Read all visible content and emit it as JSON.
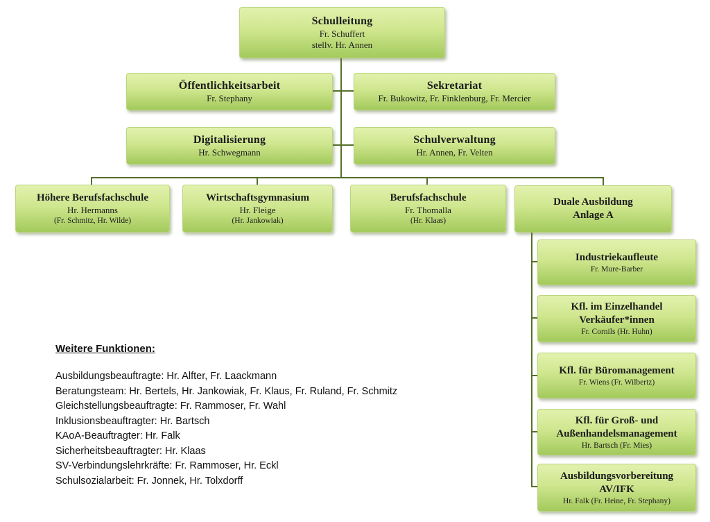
{
  "org": {
    "schulleitung": {
      "title": "Schulleitung",
      "line1": "Fr. Schuffert",
      "line2": "stellv. Hr. Annen"
    },
    "oeffentlichkeitsarbeit": {
      "title": "Öffentlichkeitsarbeit",
      "line1": "Fr. Stephany"
    },
    "sekretariat": {
      "title": "Sekretariat",
      "line1": "Fr. Bukowitz, Fr. Finklenburg, Fr. Mercier"
    },
    "digitalisierung": {
      "title": "Digitalisierung",
      "line1": "Hr. Schwegmann"
    },
    "schulverwaltung": {
      "title": "Schulverwaltung",
      "line1": "Hr. Annen, Fr. Velten"
    },
    "hoehere_berufsfachschule": {
      "title": "Höhere Berufsfachschule",
      "line1": "Hr. Hermanns",
      "line2": "(Fr. Schmitz, Hr. Wilde)"
    },
    "wirtschaftsgymnasium": {
      "title": "Wirtschaftsgymnasium",
      "line1": "Hr. Fleige",
      "line2": "(Hr. Jankowiak)"
    },
    "berufsfachschule": {
      "title": "Berufsfachschule",
      "line1": "Fr. Thomalla",
      "line2": "(Hr. Klaas)"
    },
    "duale_ausbildung": {
      "title": "Duale Ausbildung",
      "title2": "Anlage A"
    },
    "industriekaufleute": {
      "title": "Industriekaufleute",
      "line1": "Fr. Mure-Barber"
    },
    "einzelhandel": {
      "title": "Kfl. im Einzelhandel",
      "title2": "Verkäufer*innen",
      "line1": "Fr. Cornils (Hr. Huhn)"
    },
    "bueromanagement": {
      "title": "Kfl. für Büromanagement",
      "line1": "Fr. Wiens (Fr. Wilbertz)"
    },
    "grossaussenhandel": {
      "title": "Kfl. für Groß- und",
      "title2": "Außenhandelsmanagement",
      "line1": "Hr. Bartsch (Fr. Mies)"
    },
    "ausbildungsvorbereitung": {
      "title": "Ausbildungsvorbereitung",
      "title2": "AV/IFK",
      "line1": "Hr. Falk (Fr. Heine, Fr. Stephany)"
    }
  },
  "weitere_funktionen": {
    "heading": "Weitere Funktionen:",
    "items": [
      "Ausbildungsbeauftragte: Hr. Alfter, Fr. Laackmann",
      "Beratungsteam: Hr. Bertels, Hr. Jankowiak, Fr. Klaus, Fr. Ruland, Fr. Schmitz",
      "Gleichstellungsbeauftragte: Fr. Rammoser, Fr. Wahl",
      "Inklusionsbeauftragter: Hr. Bartsch",
      "KAoA-Beauftragter: Hr. Falk",
      "Sicherheitsbeauftragter: Hr. Klaas",
      "SV-Verbindungslehrkräfte: Fr. Rammoser, Hr. Eckl",
      "Schulsozialarbeit: Fr. Jonnek, Hr. Tolxdorff"
    ]
  },
  "colors": {
    "box_gradient_top": "#e2f2ae",
    "box_gradient_bottom": "#a3ca5c",
    "connector_line": "#56702c",
    "text": "#1c1c1c",
    "background": "#ffffff"
  }
}
